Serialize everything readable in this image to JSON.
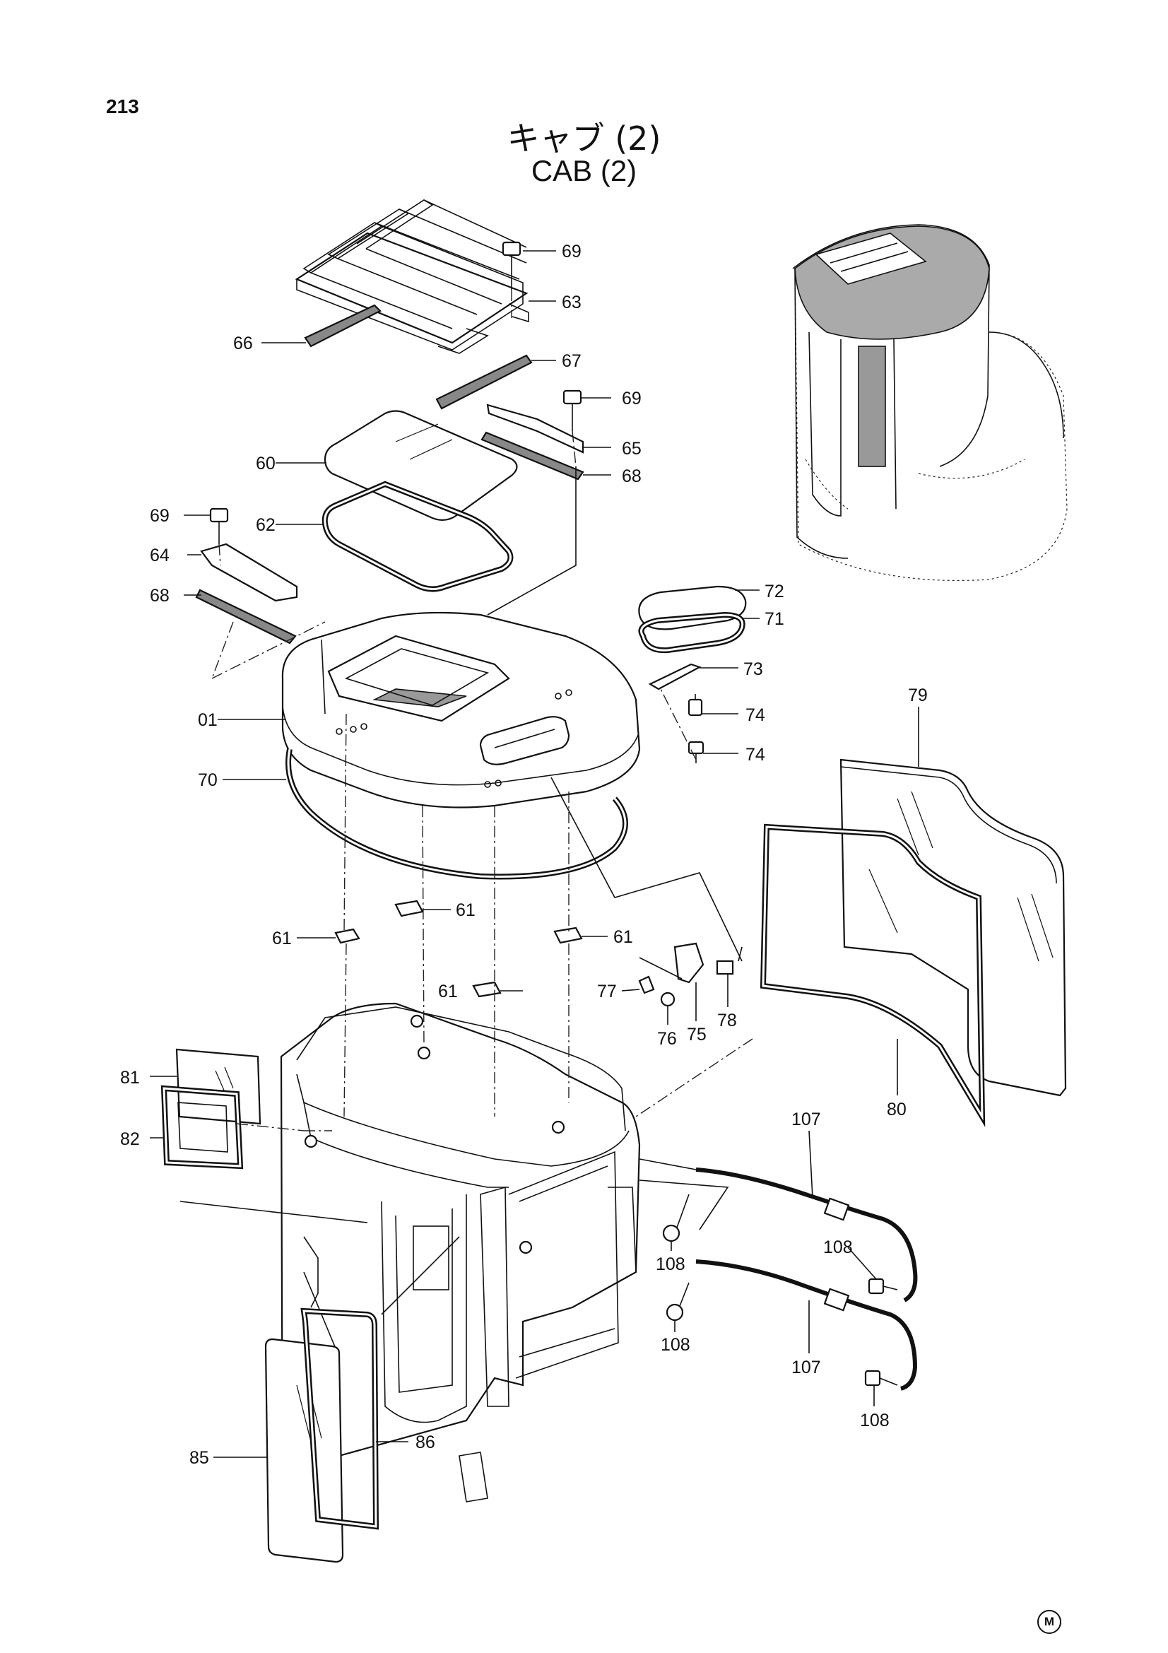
{
  "page_number": "213",
  "title_jp": "キャブ (2)",
  "title_en": "CAB (2)",
  "mark": "M",
  "labels": {
    "p69a": "69",
    "p63": "63",
    "p66": "66",
    "p67": "67",
    "p69b": "69",
    "p65": "65",
    "p60": "60",
    "p68a": "68",
    "p69c": "69",
    "p62": "62",
    "p64": "64",
    "p68b": "68",
    "p72": "72",
    "p71": "71",
    "p73": "73",
    "p74a": "74",
    "p01": "01",
    "p74b": "74",
    "p70": "70",
    "p79": "79",
    "p61a": "61",
    "p61b": "61",
    "p61c": "61",
    "p61d": "61",
    "p77": "77",
    "p75": "75",
    "p78": "78",
    "p76": "76",
    "p81": "81",
    "p80": "80",
    "p82": "82",
    "p107a": "107",
    "p108a": "108",
    "p108b": "108",
    "p108c": "108",
    "p107b": "107",
    "p108d": "108",
    "p85": "85",
    "p86": "86"
  }
}
